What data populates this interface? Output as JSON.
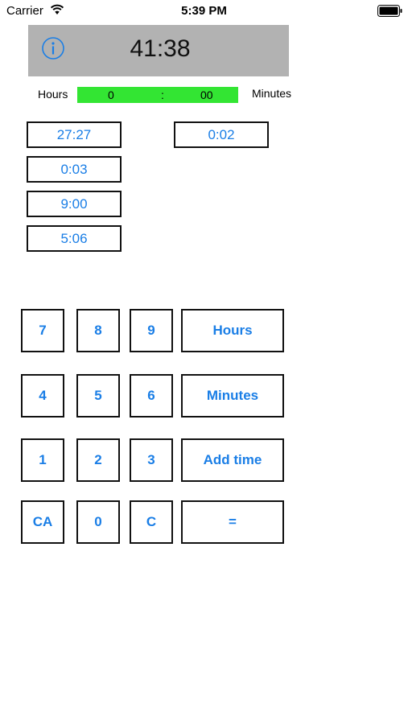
{
  "status_bar": {
    "carrier": "Carrier",
    "time": "5:39 PM",
    "wifi_icon": "wifi-icon",
    "battery_icon": "battery-icon"
  },
  "display": {
    "value": "41:38",
    "info_icon": "info-icon",
    "background_color": "#b2b2b2"
  },
  "entry": {
    "hours_label": "Hours",
    "minutes_label": "Minutes",
    "hours_value": "0",
    "separator": ":",
    "minutes_value": "00",
    "bar_color": "#33e533"
  },
  "saved_times": {
    "left_column": [
      "27:27",
      "0:03",
      "9:00",
      "5:06"
    ],
    "right_column": [
      "0:02"
    ]
  },
  "keypad": {
    "row1": [
      "7",
      "8",
      "9",
      "Hours"
    ],
    "row2": [
      "4",
      "5",
      "6",
      "Minutes"
    ],
    "row3": [
      "1",
      "2",
      "3",
      "Add time"
    ],
    "row4": [
      "CA",
      "0",
      "C",
      "="
    ]
  },
  "colors": {
    "accent": "#1a7ee6",
    "border": "#111111"
  }
}
